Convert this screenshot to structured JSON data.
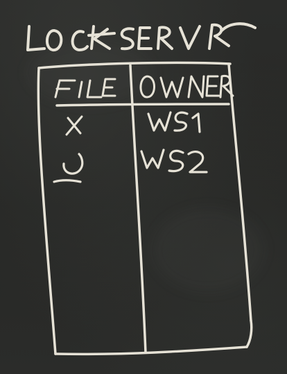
{
  "board": {
    "title": "LOCKSERVER",
    "table": {
      "headers": [
        "FILE",
        "OWNER"
      ],
      "rows": [
        {
          "file": "X",
          "owner": "WS1"
        },
        {
          "file": "Y",
          "owner": "WS2"
        }
      ]
    }
  },
  "colors": {
    "board": "#2a2b29",
    "chalk": "#e6e2d6"
  }
}
